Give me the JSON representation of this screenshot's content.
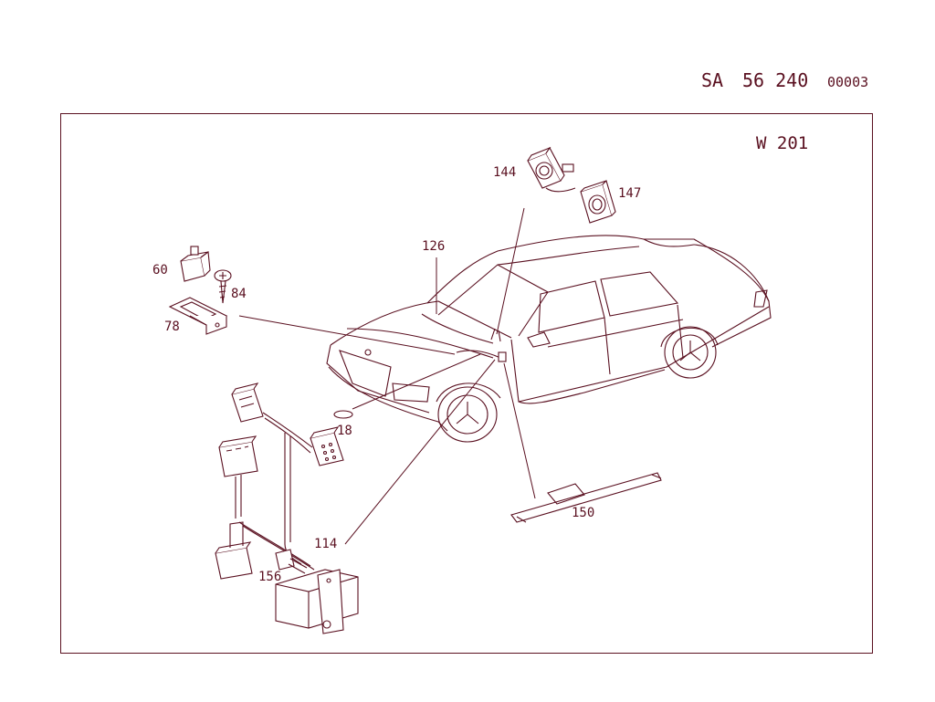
{
  "header": {
    "prefix": "SA",
    "number": "56 240",
    "sub": "00003"
  },
  "model": "W 201",
  "callouts": [
    "60",
    "84",
    "78",
    "126",
    "144",
    "147",
    "18",
    "114",
    "156",
    "150"
  ],
  "colors": {
    "line": "#5a1020",
    "background": "#ffffff"
  }
}
